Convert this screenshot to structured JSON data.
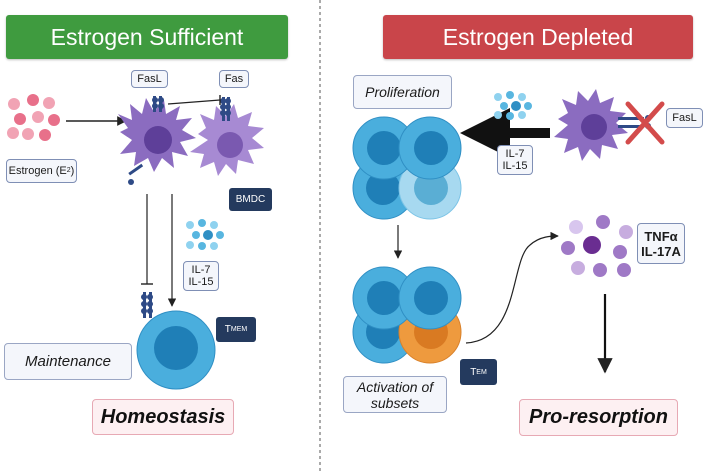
{
  "left": {
    "banner": "Estrogen Sufficient",
    "banner_color": "#3f9b3f",
    "fasl_label": "FasL",
    "fas_label": "Fas",
    "estrogen_label": "Estrogen (E",
    "estrogen_sub": "2",
    "estrogen_close": ")",
    "bmdc_label": "BMDC",
    "il7": "IL-7",
    "il15": "IL-15",
    "tmem_main": "T",
    "tmem_sub": "MEM",
    "maintenance": "Maintenance",
    "homeostasis": "Homeostasis"
  },
  "right": {
    "banner": "Estrogen Depleted",
    "banner_color": "#c9454a",
    "proliferation": "Proliferation",
    "il7": "IL-7",
    "il15": "IL-15",
    "fasl_label": "FasL",
    "tnfa": "TNFα",
    "il17a": "IL-17A",
    "tem_main": "T",
    "tem_sub": "EM",
    "activation_line1": "Activation of",
    "activation_line2": "subsets",
    "pro_resorption": "Pro-resorption"
  },
  "colors": {
    "dendritic_cell": "#8b6cc0",
    "dendritic_nucleus": "#5e3f99",
    "t_cell": "#3fa3d8",
    "t_cell_nucleus": "#1f7fb7",
    "activated_cell": "#ee9a3e",
    "estrogen_particle": "#e8708a",
    "cytokine_blue": "#58b6e0",
    "cytokine_purple": "#9f79c6"
  }
}
